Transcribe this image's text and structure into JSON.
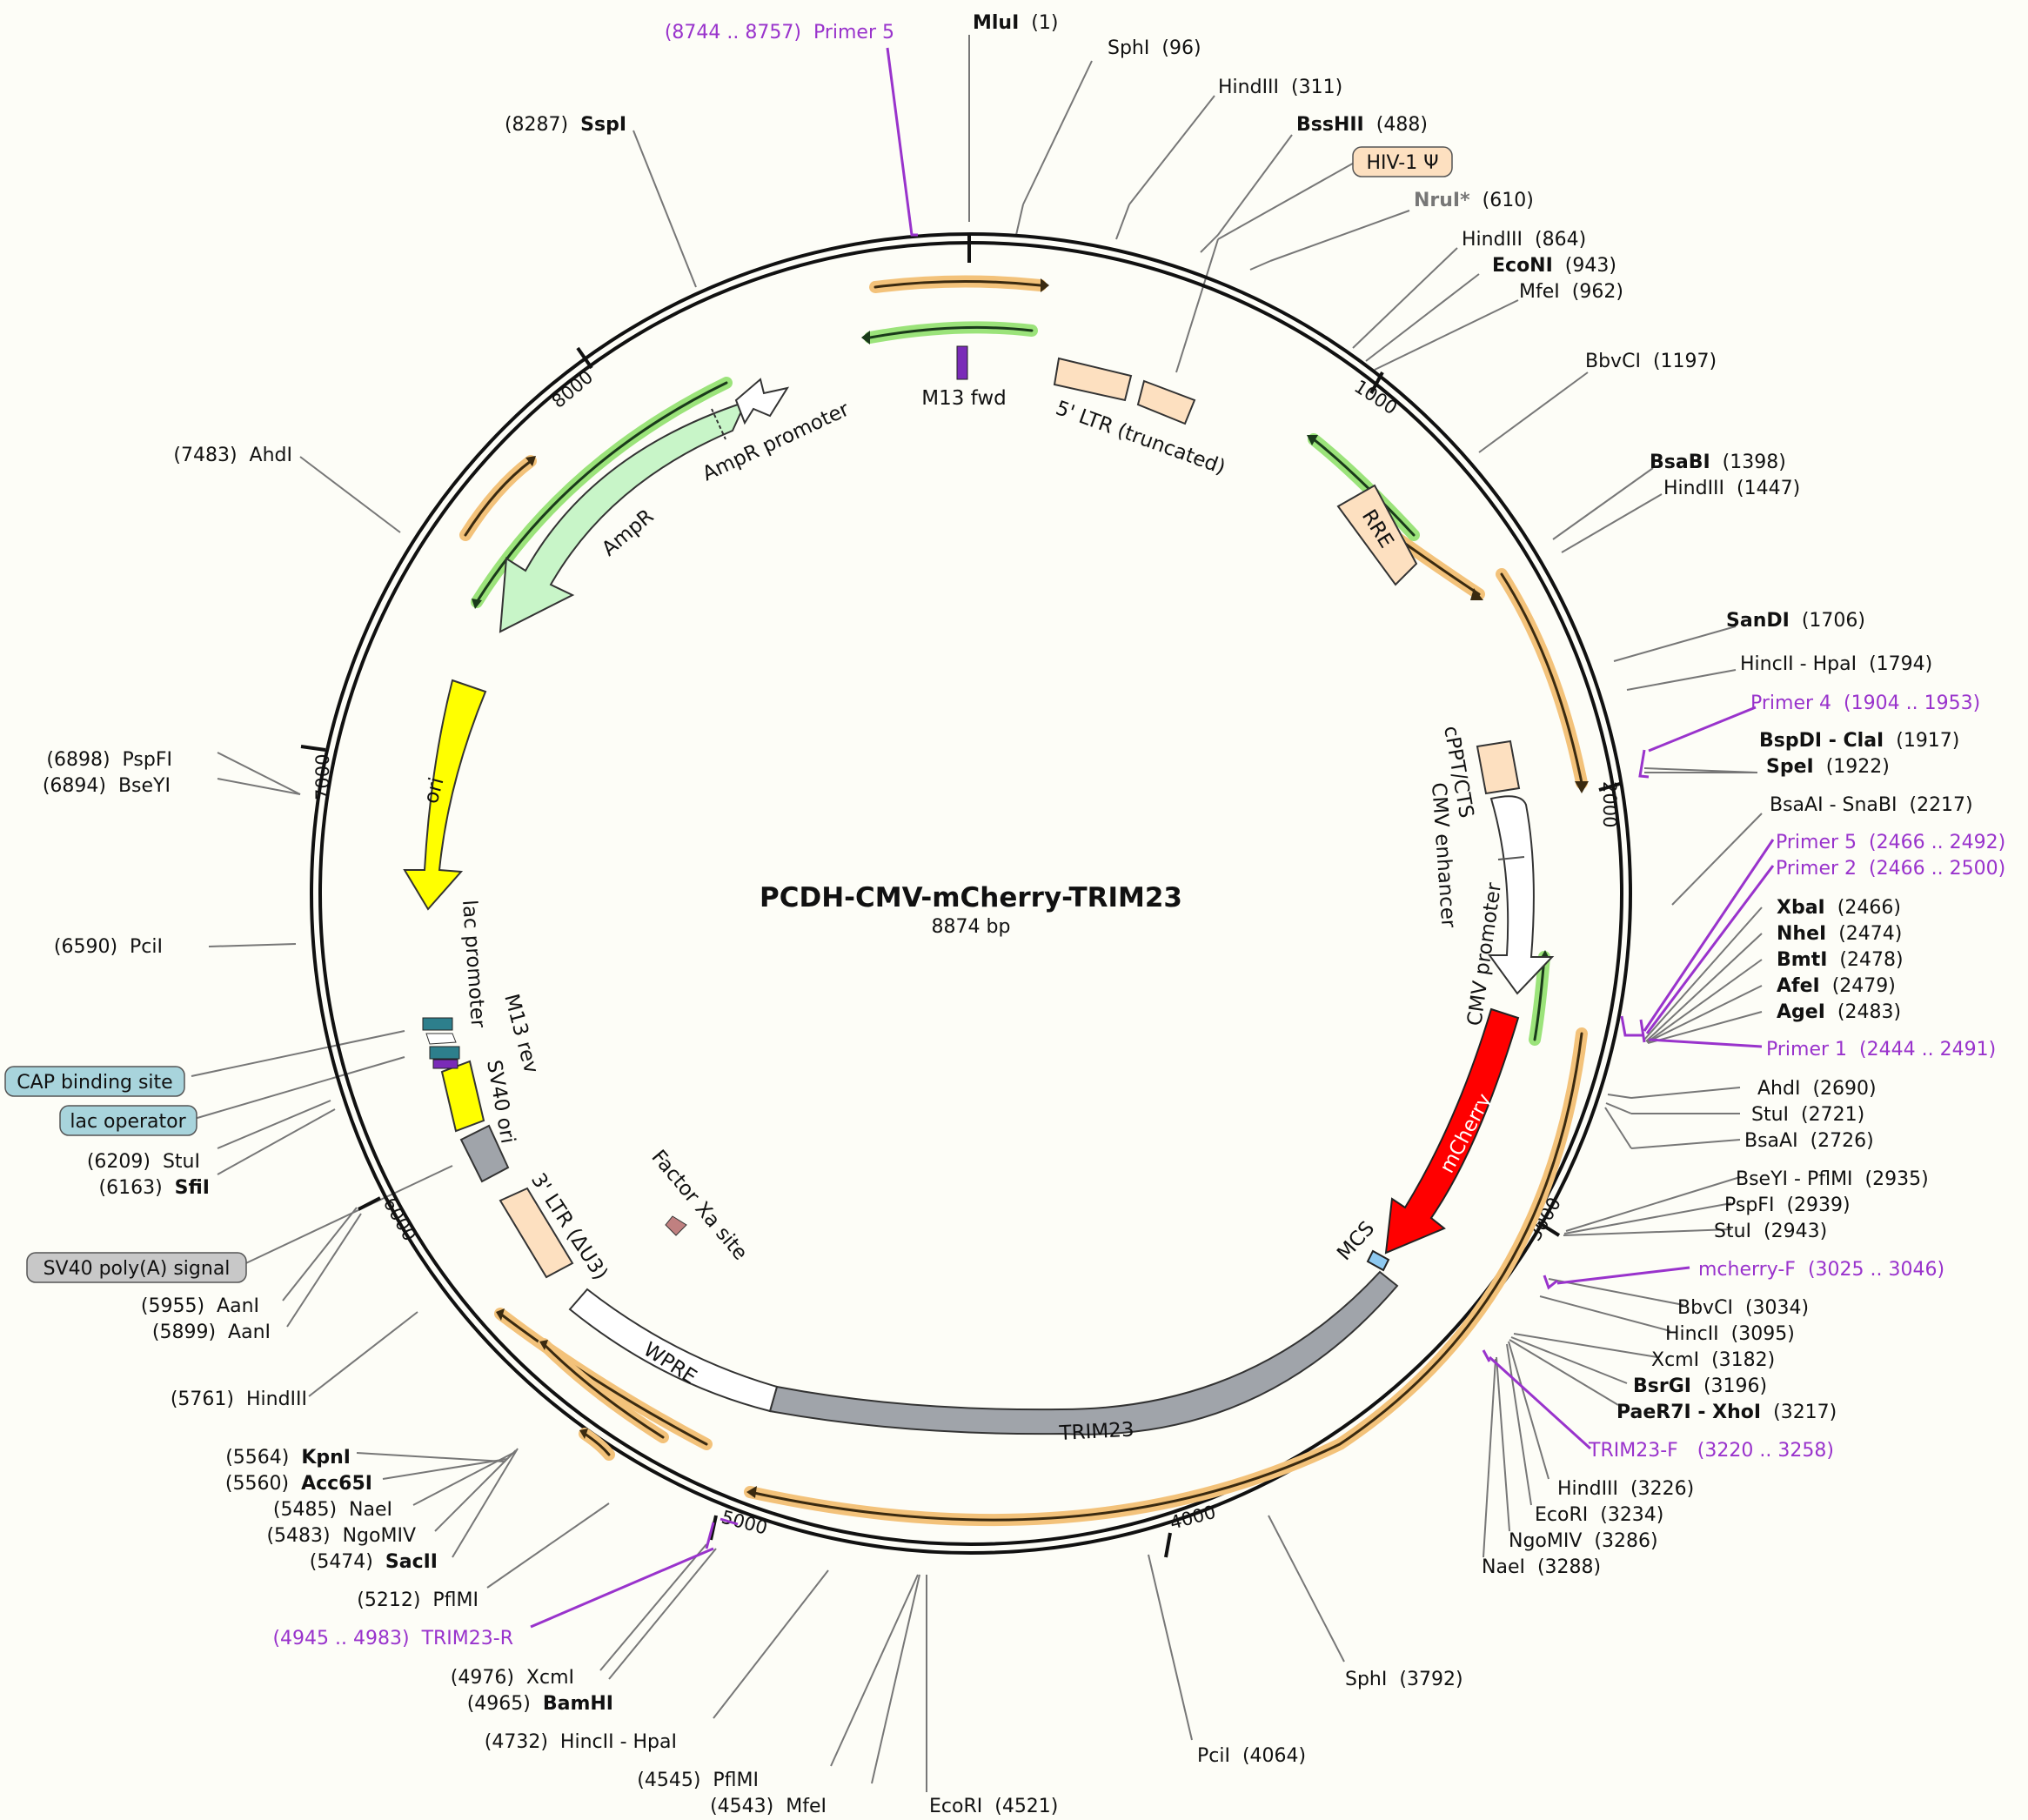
{
  "plasmid": {
    "name": "PCDH-CMV-mCherry-TRIM23",
    "length_label": "8874 bp",
    "length": 8874
  },
  "colors": {
    "backbone": "#111111",
    "primer": "#9933cc",
    "orf_orange": "#f3c27a",
    "orf_green": "#9be37a",
    "ampr": "#c8f5c8",
    "ori": "#ffff00",
    "ltr": "#fde0c0",
    "cmv": "#ffffff",
    "mcherry": "#ff0000",
    "trim23": "#a0a4aa",
    "sv40ori": "#ffff00",
    "sv40pa": "#a0a4aa",
    "cap": "#2d7f8c",
    "mcs": "#8ec9f0"
  },
  "ticks": [
    "1000",
    "2000",
    "3000",
    "4000",
    "5000",
    "6000",
    "7000",
    "8000"
  ],
  "sites": [
    {
      "name": "MluI",
      "pos": "(1)",
      "bold": true
    },
    {
      "name": "SphI",
      "pos": "(96)"
    },
    {
      "name": "HindIII",
      "pos": "(311)"
    },
    {
      "name": "BssHII",
      "pos": "(488)",
      "bold": true
    },
    {
      "name": "NruI*",
      "pos": "(610)",
      "grey": true
    },
    {
      "name": "HindIII",
      "pos": "(864)"
    },
    {
      "name": "EcoNI",
      "pos": "(943)",
      "bold": true
    },
    {
      "name": "MfeI",
      "pos": "(962)"
    },
    {
      "name": "BbvCI",
      "pos": "(1197)"
    },
    {
      "name": "BsaBI",
      "pos": "(1398)",
      "bold": true
    },
    {
      "name": "HindIII",
      "pos": "(1447)"
    },
    {
      "name": "SanDI",
      "pos": "(1706)",
      "bold": true
    },
    {
      "name": "HincII - HpaI",
      "pos": "(1794)"
    },
    {
      "name": "BspDI - ClaI",
      "pos": "(1917)",
      "bold": true
    },
    {
      "name": "SpeI",
      "pos": "(1922)",
      "bold": true
    },
    {
      "name": "BsaAI - SnaBI",
      "pos": "(2217)",
      "boldpart": "SnaBI"
    },
    {
      "name": "XbaI",
      "pos": "(2466)",
      "bold": true
    },
    {
      "name": "NheI",
      "pos": "(2474)",
      "bold": true
    },
    {
      "name": "BmtI",
      "pos": "(2478)",
      "bold": true
    },
    {
      "name": "AfeI",
      "pos": "(2479)",
      "bold": true
    },
    {
      "name": "AgeI",
      "pos": "(2483)",
      "bold": true
    },
    {
      "name": "AhdI",
      "pos": "(2690)"
    },
    {
      "name": "StuI",
      "pos": "(2721)"
    },
    {
      "name": "BsaAI",
      "pos": "(2726)"
    },
    {
      "name": "BseYI - PflMI",
      "pos": "(2935)"
    },
    {
      "name": "PspFI",
      "pos": "(2939)"
    },
    {
      "name": "StuI",
      "pos": "(2943)"
    },
    {
      "name": "BbvCI",
      "pos": "(3034)"
    },
    {
      "name": "HincII",
      "pos": "(3095)"
    },
    {
      "name": "XcmI",
      "pos": "(3182)"
    },
    {
      "name": "BsrGI",
      "pos": "(3196)",
      "bold": true
    },
    {
      "name": "PaeR7I - XhoI",
      "pos": "(3217)",
      "bold": true
    },
    {
      "name": "HindIII",
      "pos": "(3226)"
    },
    {
      "name": "EcoRI",
      "pos": "(3234)"
    },
    {
      "name": "NgoMIV",
      "pos": "(3286)"
    },
    {
      "name": "NaeI",
      "pos": "(3288)"
    },
    {
      "name": "SphI",
      "pos": "(3792)"
    },
    {
      "name": "PciI",
      "pos": "(4064)"
    },
    {
      "name": "EcoRI",
      "pos": "(4521)"
    },
    {
      "name": "MfeI",
      "pos": "(4543)"
    },
    {
      "name": "PflMI",
      "pos": "(4545)"
    },
    {
      "name": "HincII - HpaI",
      "pos": "(4732)"
    },
    {
      "name": "BamHI",
      "pos": "(4965)",
      "bold": true
    },
    {
      "name": "XcmI",
      "pos": "(4976)"
    },
    {
      "name": "PflMI",
      "pos": "(5212)"
    },
    {
      "name": "SacII",
      "pos": "(5474)",
      "bold": true
    },
    {
      "name": "NgoMIV",
      "pos": "(5483)"
    },
    {
      "name": "NaeI",
      "pos": "(5485)"
    },
    {
      "name": "Acc65I",
      "pos": "(5560)",
      "bold": true
    },
    {
      "name": "KpnI",
      "pos": "(5564)",
      "bold": true
    },
    {
      "name": "HindIII",
      "pos": "(5761)"
    },
    {
      "name": "AanI",
      "pos": "(5899)"
    },
    {
      "name": "AanI",
      "pos": "(5955)"
    },
    {
      "name": "SfiI",
      "pos": "(6163)",
      "bold": true
    },
    {
      "name": "StuI",
      "pos": "(6209)"
    },
    {
      "name": "PciI",
      "pos": "(6590)"
    },
    {
      "name": "BseYI",
      "pos": "(6894)"
    },
    {
      "name": "PspFI",
      "pos": "(6898)"
    },
    {
      "name": "AhdI",
      "pos": "(7483)"
    },
    {
      "name": "SspI",
      "pos": "(8287)",
      "bold": true
    }
  ],
  "primers": [
    {
      "name": "Primer 5",
      "range": "(8744 .. 8757)"
    },
    {
      "name": "Primer 4",
      "range": "(1904 .. 1953)"
    },
    {
      "name": "Primer 5",
      "range": "(2466 .. 2492)"
    },
    {
      "name": "Primer 2",
      "range": "(2466 .. 2500)"
    },
    {
      "name": "Primer 1",
      "range": "(2444 .. 2491)"
    },
    {
      "name": "mcherry-F",
      "range": "(3025 .. 3046)"
    },
    {
      "name": "TRIM23-F",
      "range": "(3220 .. 3258)"
    },
    {
      "name": "TRIM23-R",
      "range": "(4945 .. 4983)"
    }
  ],
  "features": [
    {
      "name": "HIV-1 Ψ"
    },
    {
      "name": "5' LTR (truncated)"
    },
    {
      "name": "RRE"
    },
    {
      "name": "cPPT/CTS"
    },
    {
      "name": "CMV enhancer"
    },
    {
      "name": "CMV promoter"
    },
    {
      "name": "mCherry"
    },
    {
      "name": "MCS"
    },
    {
      "name": "TRIM23"
    },
    {
      "name": "WPRE"
    },
    {
      "name": "3' LTR (ΔU3)"
    },
    {
      "name": "Factor Xa site"
    },
    {
      "name": "SV40 ori"
    },
    {
      "name": "SV40 poly(A) signal"
    },
    {
      "name": "M13 rev"
    },
    {
      "name": "lac promoter"
    },
    {
      "name": "lac operator"
    },
    {
      "name": "CAP binding site"
    },
    {
      "name": "ori"
    },
    {
      "name": "AmpR"
    },
    {
      "name": "AmpR promoter"
    },
    {
      "name": "M13 fwd"
    }
  ]
}
